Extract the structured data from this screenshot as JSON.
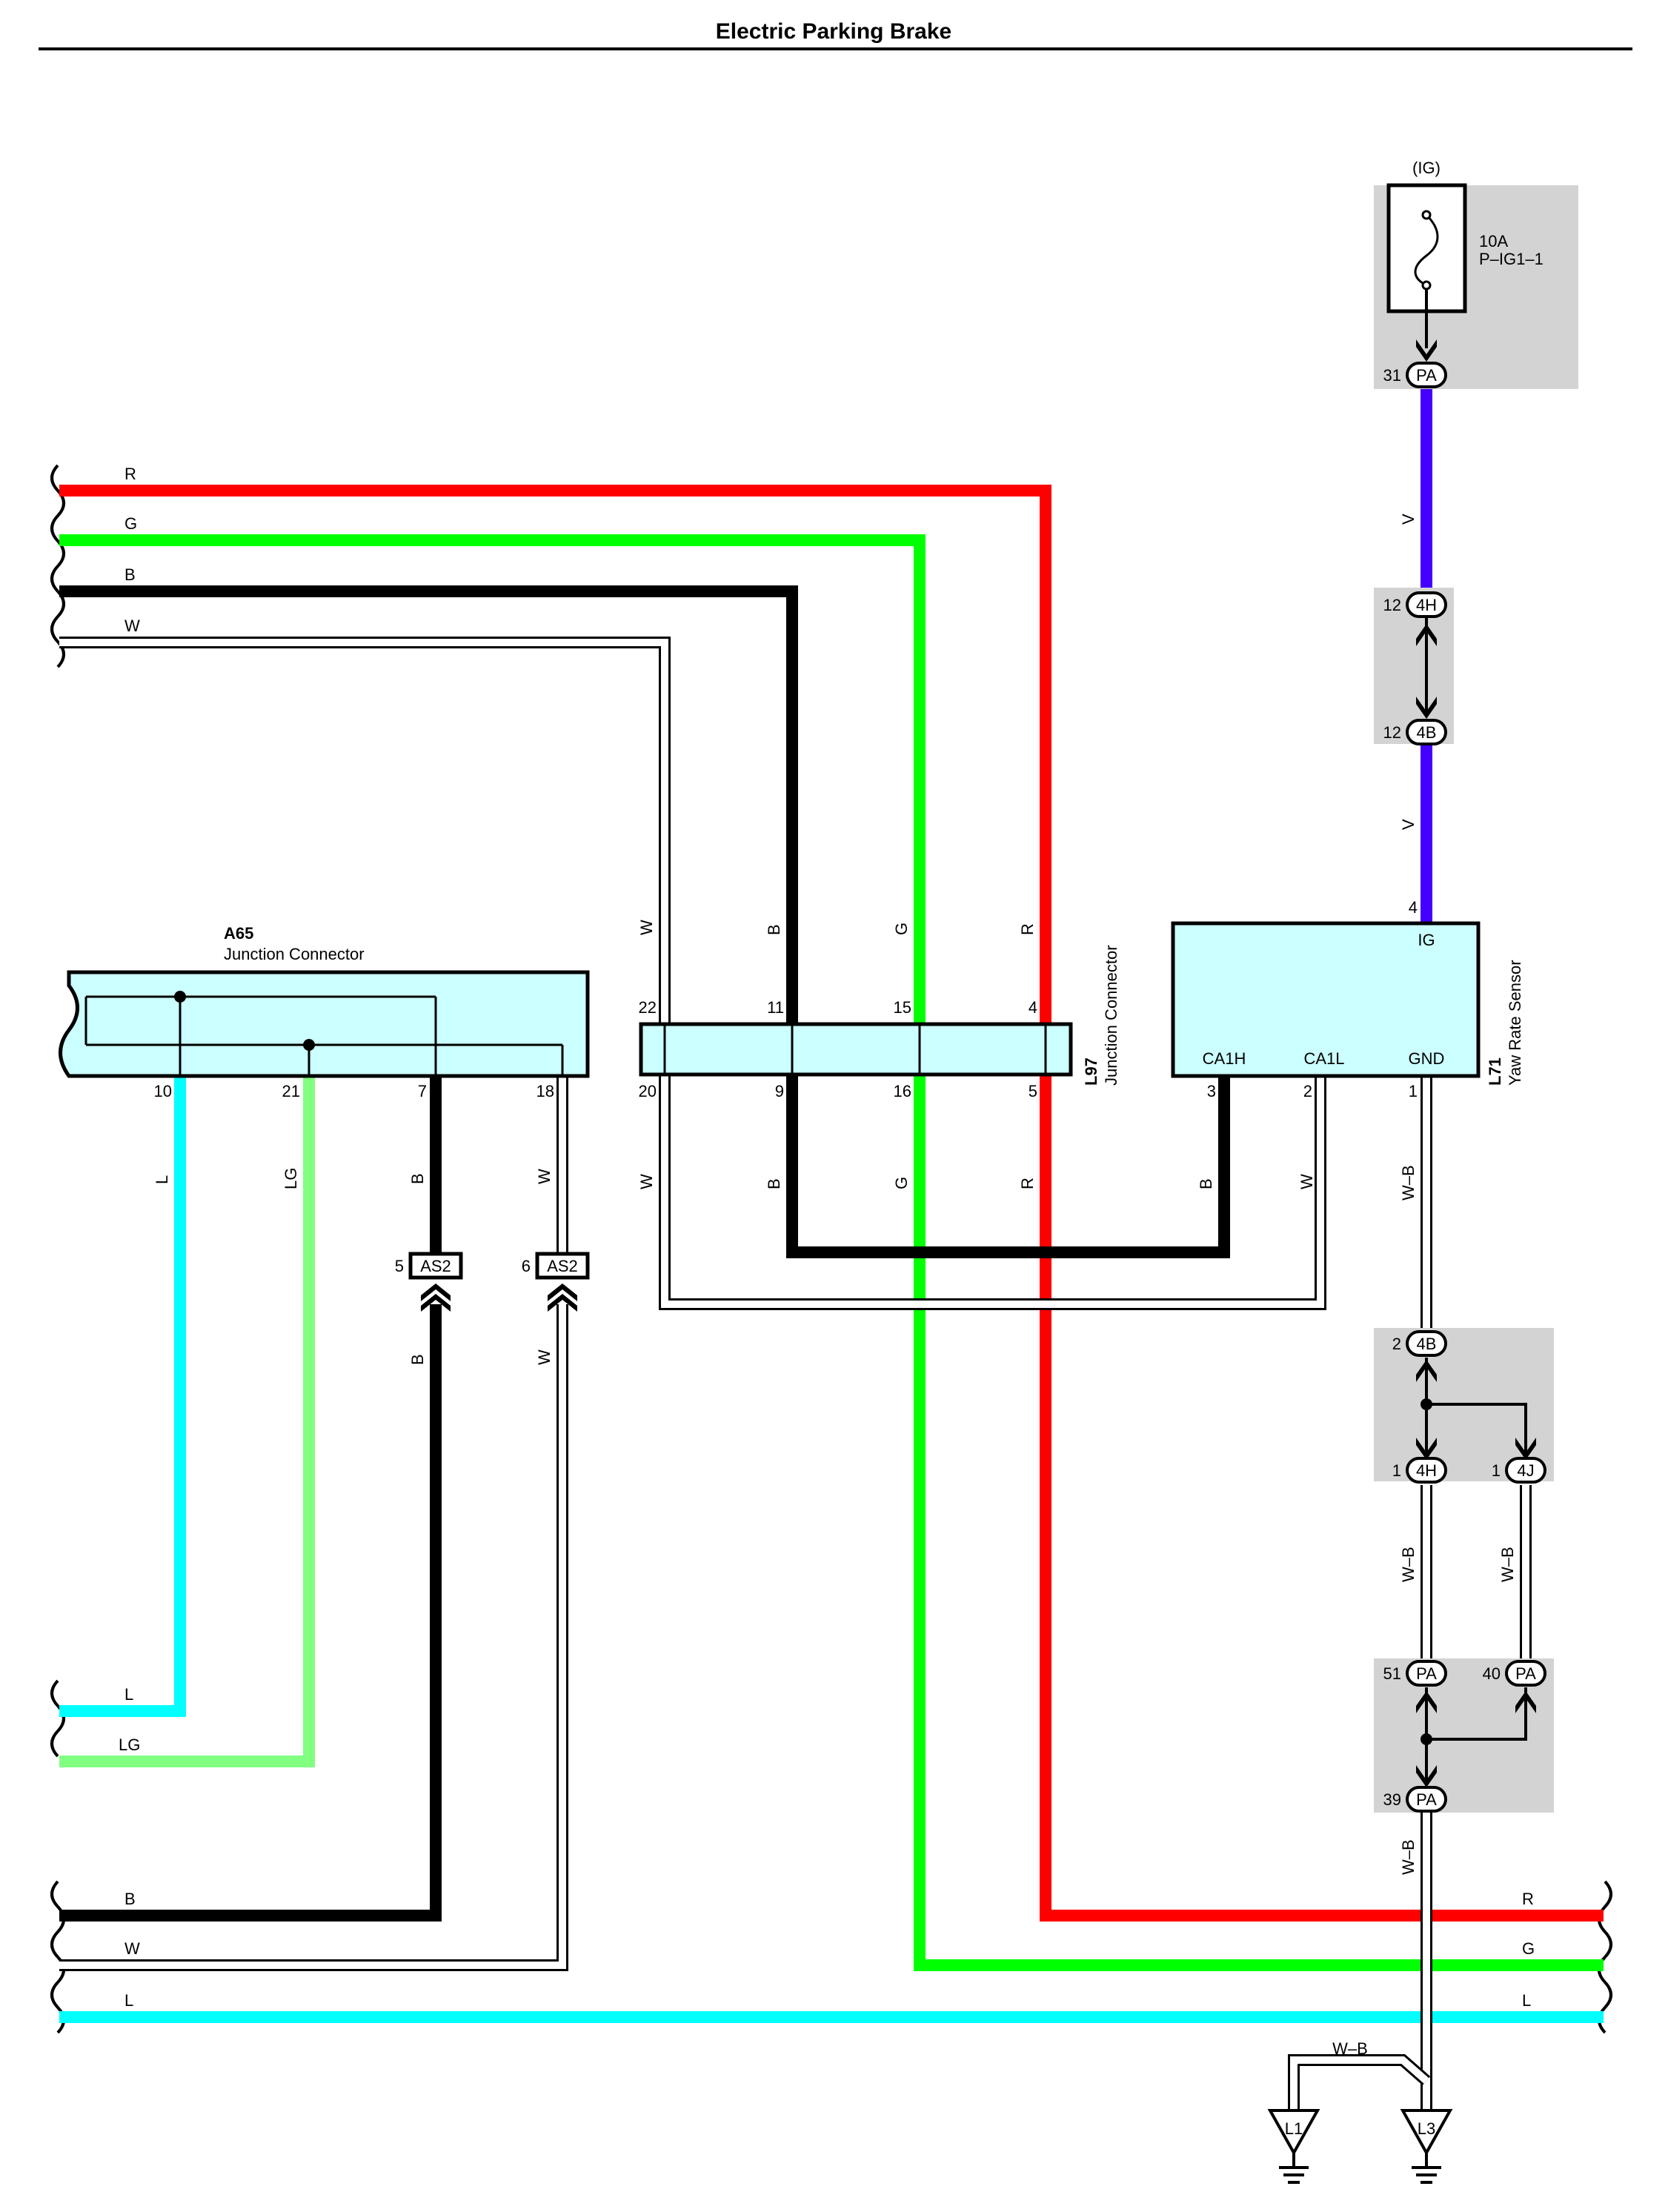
{
  "title": "Electric Parking Brake",
  "colors": {
    "R": "#ff0000",
    "G": "#00ff00",
    "B": "#000000",
    "W": "#ffffff",
    "L": "#00ffff",
    "LG": "#80ff80",
    "V": "#4400ff",
    "component_fill": "#ccffff",
    "splice_box_fill": "#d3d3d3"
  },
  "wire_labels": {
    "R": "R",
    "G": "G",
    "B": "B",
    "W": "W",
    "L": "L",
    "LG": "LG",
    "V": "V",
    "WB": "W–B"
  },
  "fuse": {
    "supply": "(IG)",
    "rating": "10A",
    "name": "P–IG1–1"
  },
  "connectors": {
    "pa": "PA",
    "c4h": "4H",
    "c4b": "4B",
    "c4j": "4J",
    "as2": "AS2"
  },
  "a65": {
    "code": "A65",
    "name": "Junction Connector",
    "pins": [
      "10",
      "21",
      "7",
      "18"
    ]
  },
  "l97": {
    "code": "L97",
    "name": "Junction Connector",
    "top_pins": [
      "22",
      "11",
      "15",
      "4"
    ],
    "bottom_pins": [
      "20",
      "9",
      "16",
      "5"
    ]
  },
  "l71": {
    "code": "L71",
    "name": "Yaw Rate Sensor",
    "terminals": {
      "ig": "IG",
      "ca1h": "CA1H",
      "ca1l": "CA1L",
      "gnd": "GND"
    },
    "pins": {
      "ig": "4",
      "ca1h": "3",
      "ca1l": "2",
      "gnd": "1"
    }
  },
  "pin_numbers": {
    "pa31": "31",
    "h12": "12",
    "b12": "12",
    "as2_5": "5",
    "as2_6": "6",
    "b2": "2",
    "h1": "1",
    "j1": "1",
    "pa51": "51",
    "pa40": "40",
    "pa39": "39"
  },
  "grounds": {
    "g1": "L1",
    "g2": "L3"
  }
}
